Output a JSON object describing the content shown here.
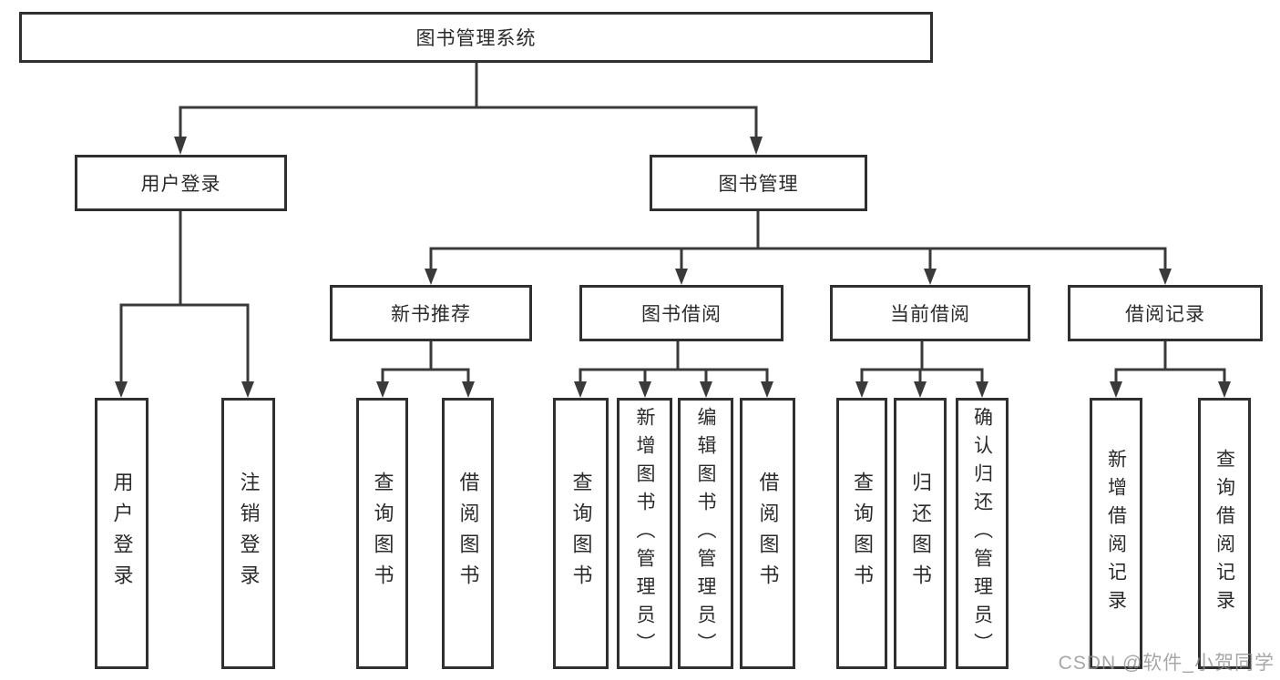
{
  "colors": {
    "line": "#3a3a3a",
    "box_border": "#303030",
    "text": "#2b2b2b",
    "background": "#ffffff",
    "watermark": "#919191"
  },
  "watermark": "CSDN @软件_小贺同学",
  "tree": {
    "label": "图书管理系统",
    "children": [
      {
        "label": "用户登录",
        "children": [
          {
            "label": "用户登录"
          },
          {
            "label": "注销登录"
          }
        ]
      },
      {
        "label": "图书管理",
        "children": [
          {
            "label": "新书推荐",
            "children": [
              {
                "label": "查询图书"
              },
              {
                "label": "借阅图书"
              }
            ]
          },
          {
            "label": "图书借阅",
            "children": [
              {
                "label": "查询图书"
              },
              {
                "label": "新增图书（管理员）"
              },
              {
                "label": "编辑图书（管理员）"
              },
              {
                "label": "借阅图书"
              }
            ]
          },
          {
            "label": "当前借阅",
            "children": [
              {
                "label": "查询图书"
              },
              {
                "label": "归还图书"
              },
              {
                "label": "确认归还（管理员）"
              }
            ]
          },
          {
            "label": "借阅记录",
            "children": [
              {
                "label": "新增借阅记录"
              },
              {
                "label": "查询借阅记录"
              }
            ]
          }
        ]
      }
    ]
  }
}
